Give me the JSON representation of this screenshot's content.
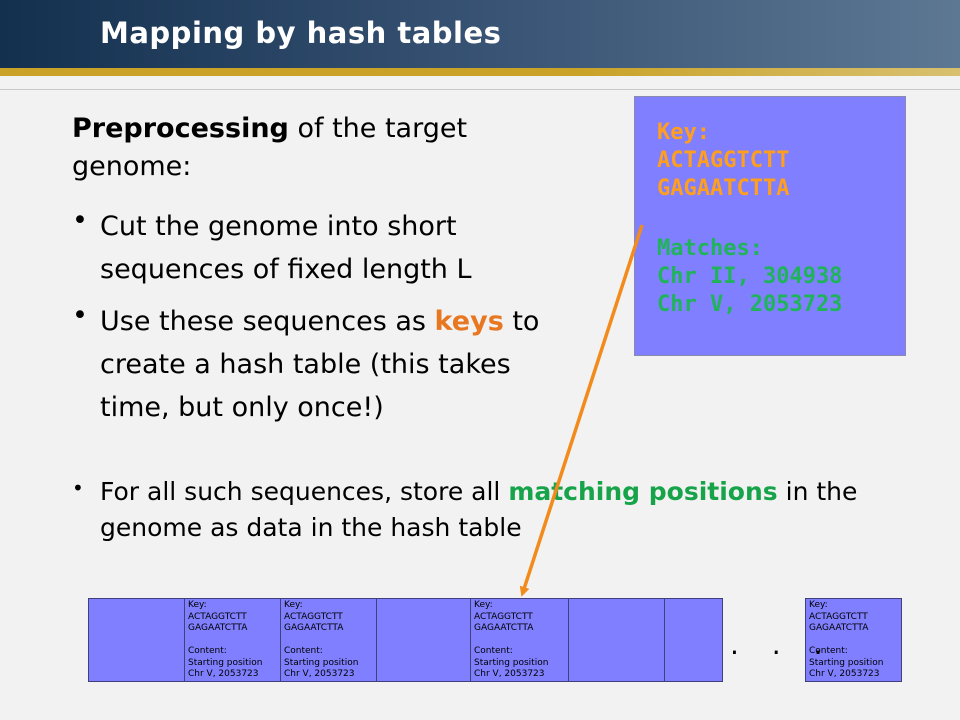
{
  "slide": {
    "title": "Mapping by hash tables",
    "intro_bold": "Preprocessing",
    "intro_rest": " of the target genome:",
    "bullet_mark": "•",
    "bullet1": "Cut the genome into short sequences of fixed length L",
    "bullet2_pre": "Use these sequences as ",
    "bullet2_key": "keys",
    "bullet2_post": " to create a hash table (this takes time, but only once!)",
    "bullet3_pre": "For all such sequences, store all ",
    "bullet3_hl": "matching positions",
    "bullet3_post": " in the genome as data in the hash table"
  },
  "key_box": {
    "key_label": "Key:",
    "key_line1": "ACTAGGTCTT",
    "key_line2": "GAGAATCTTA",
    "matches_label": "Matches:",
    "match1": "Chr II, 304938",
    "match2": "Chr V, 2053723"
  },
  "hash_table": {
    "cell_text": "Key:\nACTAGGTCTT\nGAGAATCTTA\n\nContent:\nStarting position\nChr V, 2053723",
    "ellipsis": ". . ."
  },
  "colors": {
    "header_dark": "#14304f",
    "gold": "#c9a227",
    "box_fill": "#7f7fff",
    "key_orange": "#ff9e1f",
    "match_green": "#1fb45a",
    "arrow": "#f28a1c"
  }
}
